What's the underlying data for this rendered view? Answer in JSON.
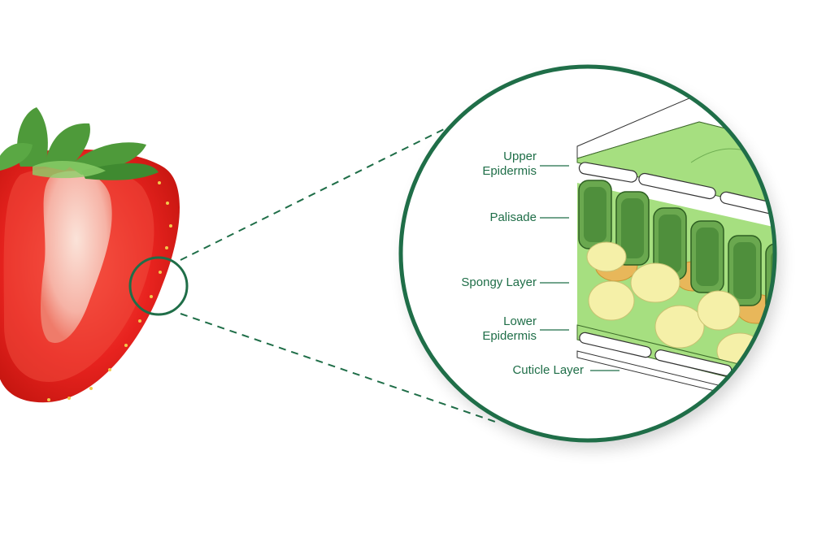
{
  "diagram": {
    "labels": {
      "upper_epidermis_line1": "Upper",
      "upper_epidermis_line2": "Epidermis",
      "palisade": "Palisade",
      "spongy_layer": "Spongy Layer",
      "lower_epidermis_line1": "Lower",
      "lower_epidermis_line2": "Epidermis",
      "cuticle_layer": "Cuticle Layer"
    },
    "colors": {
      "accent_green": "#1f6e48",
      "leaf_light_green": "#9fdc7a",
      "palisade_green": "#6aa84f",
      "palisade_inner": "#4f8f3c",
      "spongy_yellow": "#f5f0a8",
      "spongy_orange": "#e8b75a",
      "strawberry_red": "#e8231f",
      "strawberry_core": "#f8c6bd",
      "calyx_green": "#4e9a3a"
    },
    "icons": {
      "fruit": "strawberry-half-icon",
      "magnifier": "zoom-circle-icon"
    }
  }
}
